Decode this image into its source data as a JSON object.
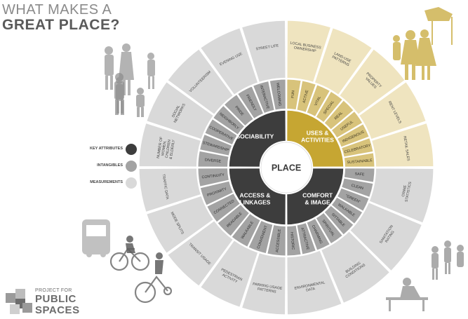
{
  "title": {
    "line1": "WHAT MAKES A",
    "line2": "GREAT PLACE?"
  },
  "legend": [
    {
      "label": "KEY ATTRIBUTES",
      "color": "#3d3d3d"
    },
    {
      "label": "INTANGIBLES",
      "color": "#a3a3a3"
    },
    {
      "label": "MEASUREMENTS",
      "color": "#d9d9d9"
    }
  ],
  "center": {
    "label": "PLACE"
  },
  "quadrants": [
    {
      "key": "sociability",
      "label": [
        "SOCIABILITY"
      ],
      "intangibles": [
        "DIVERSE",
        "STEWARDSHIP",
        "COOPERATIVE",
        "NEIGHBORLY",
        "PRIDE",
        "FRIENDLY",
        "INTERACTIVE",
        "WELCOMING"
      ],
      "measurements": [
        [
          "NUMBER OF",
          "WOMEN,",
          "CHILDREN",
          "& ELDERLY"
        ],
        [
          "SOCIAL",
          "NETWORKS"
        ],
        [
          "VOLUNTEERISM"
        ],
        [
          "EVENING USE"
        ],
        [
          "STREET LIFE"
        ]
      ]
    },
    {
      "key": "uses",
      "label": [
        "USES &",
        "ACTIVITIES"
      ],
      "intangibles": [
        "FUN",
        "ACTIVE",
        "VITAL",
        "SPECIAL",
        "REAL",
        "USEFUL",
        "INDIGENOUS",
        "CELEBRATORY",
        "SUSTAINABLE"
      ],
      "measurements": [
        [
          "LOCAL BUSINESS",
          "OWNERSHIP"
        ],
        [
          "LAND-USE",
          "PATTERNS"
        ],
        [
          "PROPERTY",
          "VALUES"
        ],
        [
          "RENT LEVELS"
        ],
        [
          "RETAIL SALES"
        ]
      ]
    },
    {
      "key": "comfort",
      "label": [
        "COMFORT",
        "& IMAGE"
      ],
      "intangibles": [
        "SAFE",
        "CLEAN",
        "\"GREEN\"",
        "WALKABLE",
        "SITTABLE",
        "SPIRITUAL",
        "CHARMING",
        "ATTRACTIVE",
        "HISTORIC"
      ],
      "measurements": [
        [
          "CRIME",
          "STATISTICS"
        ],
        [
          "SANITATION",
          "RATING"
        ],
        [
          "BUILDING",
          "CONDITIONS"
        ],
        [
          "ENVIRONMENTAL",
          "DATA"
        ]
      ]
    },
    {
      "key": "access",
      "label": [
        "ACCESS &",
        "LINKAGES"
      ],
      "intangibles": [
        "ACCESSIBLE",
        "CONVENIENT",
        "WALKABLE",
        "READABLE",
        "CONNECTED",
        "PROXIMITY",
        "CONTINUITY"
      ],
      "measurements": [
        [
          "PARKING USAGE",
          "PATTERNS"
        ],
        [
          "PEDESTRIAN",
          "ACTIVITY"
        ],
        [
          "TRANSIT USAGE"
        ],
        [
          "MODE SPLITS"
        ],
        [
          "TRAFFIC DATA"
        ]
      ]
    }
  ],
  "logo": {
    "line1": "PROJECT FOR",
    "line2": "PUBLIC",
    "line3": "SPACES"
  },
  "colors": {
    "sociability_key": "#3d3d3d",
    "sociability_intangible": "#a3a3a3",
    "sociability_measure": "#d9d9d9",
    "uses_key": "#c6a632",
    "uses_intangible": "#d8c37b",
    "uses_measure": "#efe4bf",
    "comfort_key": "#3d3d3d",
    "comfort_intangible": "#a3a3a3",
    "comfort_measure": "#d9d9d9",
    "access_key": "#3d3d3d",
    "access_intangible": "#a3a3a3",
    "access_measure": "#d9d9d9"
  }
}
